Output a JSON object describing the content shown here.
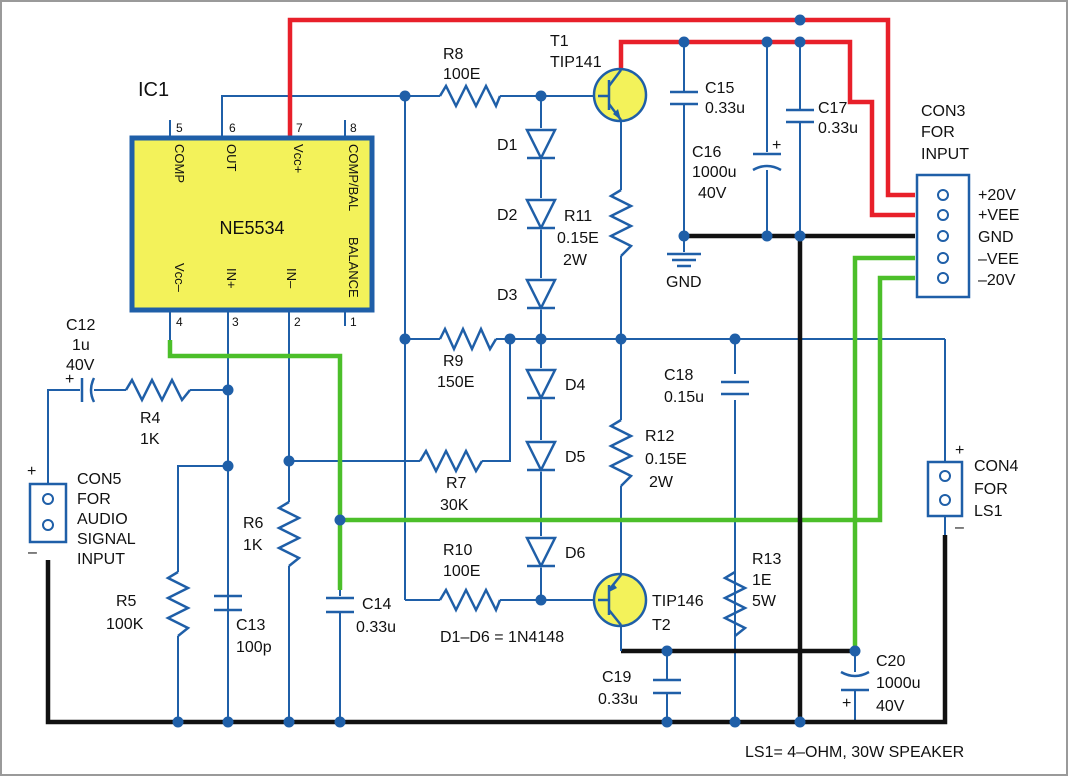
{
  "ic": {
    "ref": "IC1",
    "part": "NE5534",
    "pins": [
      {
        "num": "5",
        "name": "COMP"
      },
      {
        "num": "6",
        "name": "OUT"
      },
      {
        "num": "7",
        "name": "Vcc+"
      },
      {
        "num": "8",
        "name": "COMP/BAL"
      },
      {
        "num": "4",
        "name": "Vcc–"
      },
      {
        "num": "3",
        "name": "IN+"
      },
      {
        "num": "2",
        "name": "IN–"
      },
      {
        "num": "1",
        "name": "BALANCE"
      }
    ]
  },
  "resistors": [
    {
      "ref": "R4",
      "value": "1K"
    },
    {
      "ref": "R5",
      "value": "100K"
    },
    {
      "ref": "R6",
      "value": "1K"
    },
    {
      "ref": "R7",
      "value": "30K"
    },
    {
      "ref": "R8",
      "value": "100E"
    },
    {
      "ref": "R9",
      "value": "150E"
    },
    {
      "ref": "R10",
      "value": "100E"
    },
    {
      "ref": "R11",
      "value": "0.15E",
      "rating": "2W"
    },
    {
      "ref": "R12",
      "value": "0.15E",
      "rating": "2W"
    },
    {
      "ref": "R13",
      "value": "1E",
      "rating": "5W"
    }
  ],
  "capacitors": [
    {
      "ref": "C12",
      "value": "1u",
      "rating": "40V"
    },
    {
      "ref": "C13",
      "value": "100p"
    },
    {
      "ref": "C14",
      "value": "0.33u"
    },
    {
      "ref": "C15",
      "value": "0.33u"
    },
    {
      "ref": "C16",
      "value": "1000u",
      "rating": "40V"
    },
    {
      "ref": "C17",
      "value": "0.33u"
    },
    {
      "ref": "C18",
      "value": "0.15u"
    },
    {
      "ref": "C19",
      "value": "0.33u"
    },
    {
      "ref": "C20",
      "value": "1000u",
      "rating": "40V"
    }
  ],
  "diodes": [
    "D1",
    "D2",
    "D3",
    "D4",
    "D5",
    "D6"
  ],
  "diode_note": "D1–D6 = 1N4148",
  "transistors": [
    {
      "ref": "T1",
      "part": "TIP141"
    },
    {
      "ref": "T2",
      "part": "TIP146"
    }
  ],
  "connectors": {
    "con3": {
      "lines": [
        "CON3",
        "FOR",
        "INPUT"
      ],
      "pins": [
        "+20V",
        "+VEE",
        "GND",
        "–VEE",
        "–20V"
      ]
    },
    "con4": {
      "lines": [
        "CON4",
        "FOR",
        "LS1"
      ],
      "plus": "+",
      "minus": "–"
    },
    "con5": {
      "lines": [
        "CON5",
        "FOR",
        "AUDIO",
        "SIGNAL",
        "INPUT"
      ],
      "plus": "+",
      "minus": "–"
    }
  },
  "gnd_label": "GND",
  "c12_polarity": "+",
  "c16_polarity": "+",
  "c20_polarity": "+",
  "speaker_note": "LS1= 4–OHM, 30W SPEAKER",
  "colors": {
    "wire": "#1f5fa8",
    "positive_rail": "#e8202a",
    "negative_rail": "#4cbf2a",
    "ground": "#111111",
    "component_fill": "#f3f25a"
  }
}
